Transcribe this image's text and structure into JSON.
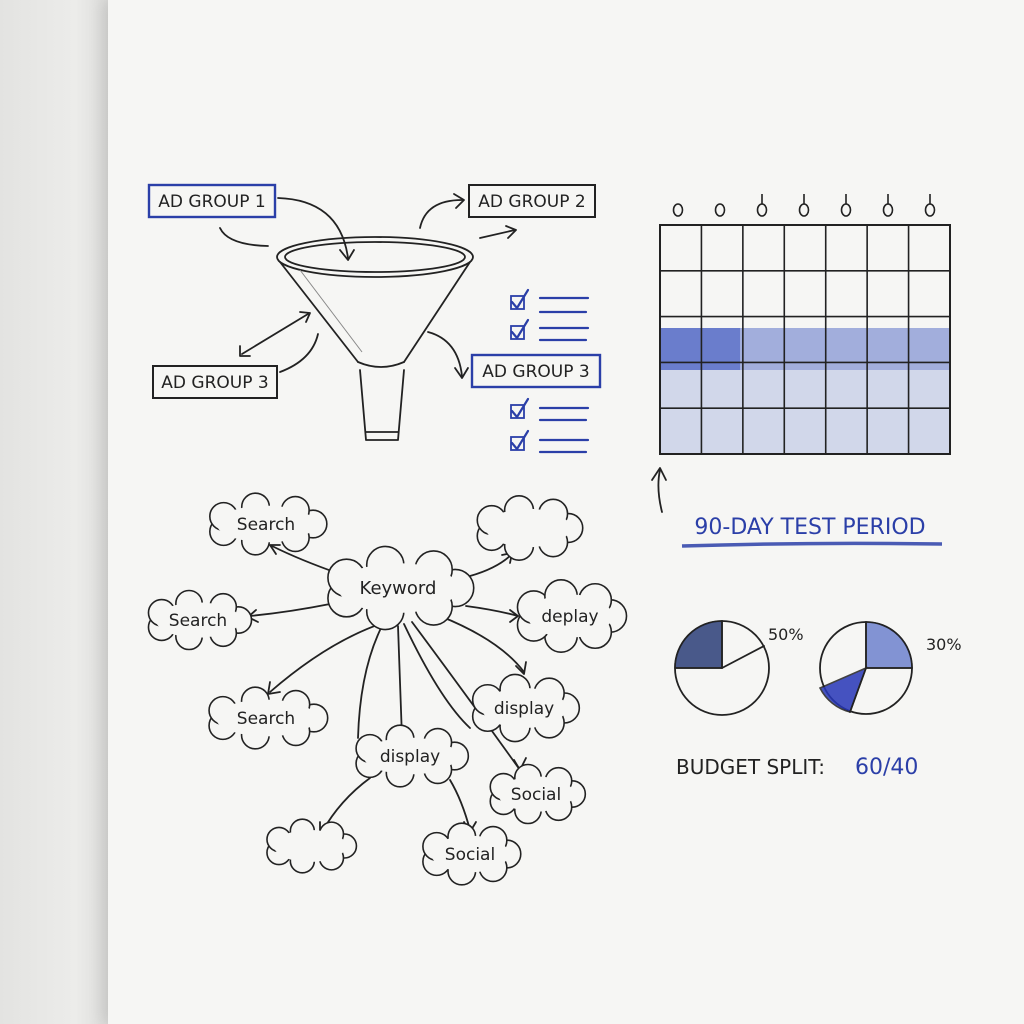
{
  "funnel": {
    "groups": [
      {
        "label": "AD GROUP 1",
        "highlight": true
      },
      {
        "label": "AD GROUP 2",
        "highlight": false
      },
      {
        "label": "AD GROUP 3",
        "highlight": false
      },
      {
        "label": "AD GROUP 3",
        "highlight": true
      }
    ]
  },
  "calendar": {
    "caption": "90-DAY TEST PERIOD",
    "columns": 7,
    "rows": 5
  },
  "mindmap": {
    "center": "Keyword",
    "nodes": [
      "Search",
      "Search",
      "Search",
      "deplay",
      "display",
      "display",
      "Social",
      "Social",
      ""
    ]
  },
  "budget": {
    "pie1_label": "50%",
    "pie2_label": "30%",
    "split_label": "BUDGET SPLIT:",
    "split_value": "60/40"
  },
  "colors": {
    "ink": "#222222",
    "accent": "#2b3fa8",
    "paper": "#f6f6f4"
  }
}
